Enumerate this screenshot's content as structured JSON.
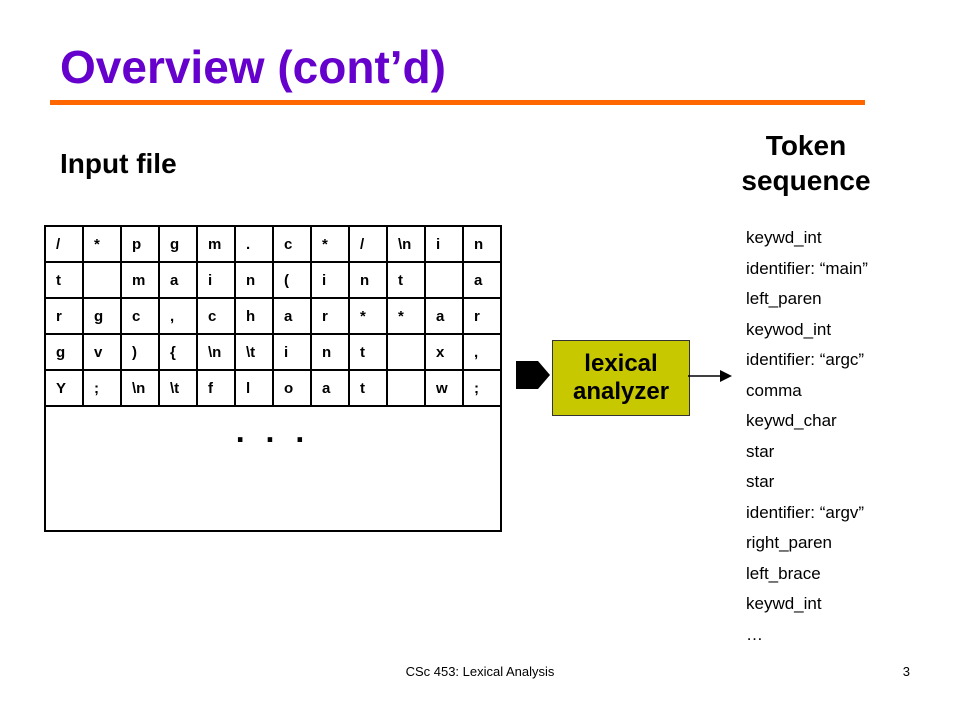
{
  "slide": {
    "title": "Overview (cont’d)",
    "title_color": "#6600cc",
    "rule_color": "#ff6600"
  },
  "input_label": "Input file",
  "token_label_line1": "Token",
  "token_label_line2": "sequence",
  "grid": {
    "rows": [
      [
        "/",
        "*",
        "p",
        "g",
        "m",
        ".",
        "c",
        "*",
        "/",
        "\\n",
        "i",
        "n"
      ],
      [
        "t",
        "",
        "m",
        "a",
        "i",
        "n",
        "(",
        "i",
        "n",
        "t",
        "",
        "a"
      ],
      [
        "r",
        "g",
        "c",
        ",",
        "c",
        "h",
        "a",
        "r",
        "*",
        "*",
        "a",
        "r"
      ],
      [
        "g",
        "v",
        ")",
        "{",
        "\\n",
        "\\t",
        "i",
        "n",
        "t",
        "",
        "x",
        ","
      ],
      [
        "Y",
        ";",
        "\\n",
        "\\t",
        "f",
        "l",
        "o",
        "a",
        "t",
        "",
        "w",
        ";"
      ]
    ],
    "ellipsis": ". . ."
  },
  "analyzer": {
    "line1": "lexical",
    "line2": "analyzer",
    "box_color": "#c8c800"
  },
  "tokens": [
    "keywd_int",
    "identifier: “main”",
    "left_paren",
    "keywod_int",
    "identifier: “argc”",
    "comma",
    "keywd_char",
    "star",
    "star",
    "identifier: “argv”",
    "right_paren",
    "left_brace",
    "keywd_int",
    "…"
  ],
  "footer": {
    "text": "CSc 453: Lexical Analysis",
    "page": "3"
  }
}
